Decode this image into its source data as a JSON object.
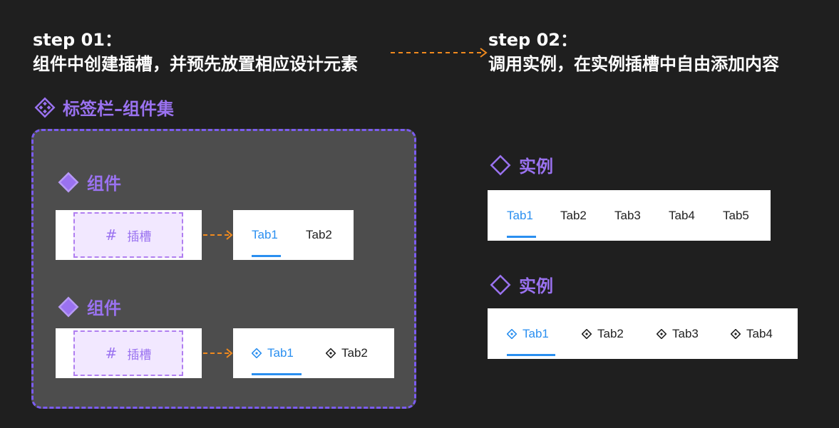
{
  "step1": {
    "label": "step 01：",
    "desc": "组件中创建插槽，并预先放置相应设计元素"
  },
  "step2": {
    "label": "step 02：",
    "desc": "调用实例，在实例插槽中自由添加内容"
  },
  "component_set": {
    "title": "标签栏–组件集",
    "components": [
      {
        "title": "组件",
        "slot_label": "插槽",
        "slot_icon": "#",
        "tabs": [
          "Tab1",
          "Tab2"
        ],
        "tab_icons": false
      },
      {
        "title": "组件",
        "slot_label": "插槽",
        "slot_icon": "#",
        "tabs": [
          "Tab1",
          "Tab2"
        ],
        "tab_icons": true
      }
    ]
  },
  "instances": [
    {
      "title": "实例",
      "tabs": [
        "Tab1",
        "Tab2",
        "Tab3",
        "Tab4",
        "Tab5"
      ],
      "tab_icons": false
    },
    {
      "title": "实例",
      "tabs": [
        "Tab1",
        "Tab2",
        "Tab3",
        "Tab4"
      ],
      "tab_icons": true
    }
  ],
  "colors": {
    "background": "#1f1f1f",
    "purple": "#9a72f0",
    "blue_active": "#2a8ff0",
    "arrow_orange": "#f08a1e",
    "set_border": "#7b5cf0"
  }
}
